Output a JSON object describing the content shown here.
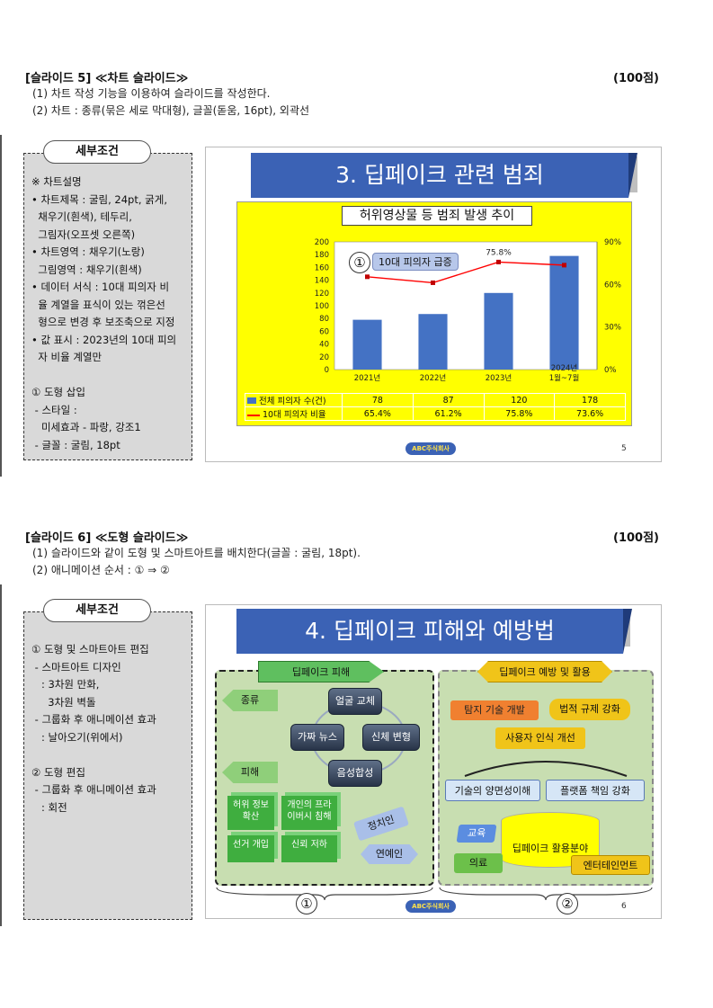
{
  "section5": {
    "heading": "[슬라이드 5] ≪차트 슬라이드≫",
    "points": "(100점)",
    "req1": "(1) 차트 작성 기능을 이용하여 슬라이드를 작성한다.",
    "req2": "(2) 차트 : 종류(묶은 세로 막대형), 글꼴(돋움, 16pt), 외곽선",
    "cond_tag": "세부조건",
    "cond_text": "※ 차트설명\n• 차트제목 : 굴림, 24pt, 굵게,\n  채우기(흰색), 테두리,\n  그림자(오프셋 오른쪽)\n• 차트영역 : 채우기(노랑)\n  그림영역 : 채우기(흰색)\n• 데이터 서식 : 10대 피의자 비\n  율 계열을 표식이 있는 꺾은선\n  형으로 변경 후 보조축으로 지정\n• 값 표시 : 2023년의 10대 피의\n  자 비율 계열만\n\n① 도형 삽입\n - 스타일 :\n   미세효과 - 파랑, 강조1\n - 글꼴 : 굴림, 18pt",
    "slide_title": "3. 딥페이크 관련 범죄",
    "page_num": "5",
    "logo_text": "ABC주식회사"
  },
  "chart_data": {
    "type": "bar",
    "title": "허위영상물 등 범죄 발생 추이",
    "categories": [
      "2021년",
      "2022년",
      "2023년",
      "2024년\n1월~7월"
    ],
    "series": [
      {
        "name": "전체 피의자 수(건)",
        "type": "bar",
        "values": [
          78,
          87,
          120,
          178
        ],
        "display": [
          "78",
          "87",
          "120",
          "178"
        ],
        "color": "#4472c4"
      },
      {
        "name": "10대 피의자 비율",
        "type": "line",
        "axis": "secondary",
        "values": [
          65.4,
          61.2,
          75.8,
          73.6
        ],
        "display": [
          "65.4%",
          "61.2%",
          "75.8%",
          "73.6%"
        ],
        "color": "#ff0000"
      }
    ],
    "y_ticks": [
      "200",
      "180",
      "160",
      "140",
      "120",
      "100",
      "80",
      "60",
      "40",
      "20",
      "0"
    ],
    "ylim": [
      0,
      200
    ],
    "y2_ticks": [
      "90%",
      "60%",
      "30%",
      "0%"
    ],
    "y2lim": [
      0,
      90
    ],
    "data_label": "75.8%",
    "callout": "10대 피의자 급증",
    "callout_num": "①",
    "legend": "bottom (data table)"
  },
  "section6": {
    "heading": "[슬라이드 6] ≪도형 슬라이드≫",
    "points": "(100점)",
    "req1": "(1) 슬라이드와 같이 도형 및 스마트아트를 배치한다(글꼴 : 굴림, 18pt).",
    "req2": "(2) 애니메이션 순서 : ① ⇒ ②",
    "cond_tag": "세부조건",
    "cond_text": "① 도형 및 스마트아트 편집\n - 스마트아트 디자인\n   : 3차원 만화,\n     3차원 벽돌\n - 그룹화 후 애니메이션 효과\n   : 날아오기(위에서)\n\n② 도형 편집\n - 그룹화 후 애니메이션 효과\n   : 회전",
    "slide_title": "4. 딥페이크 피해와 예방법",
    "page_num": "6",
    "logo_text": "ABC주식회사",
    "left": {
      "header": "딥페이크 피해",
      "type_label": "종류",
      "harm_label": "피해",
      "cycle": [
        "얼굴 교체",
        "가짜 뉴스",
        "신체 변형",
        "음성합성"
      ],
      "cubes": [
        "허위 정보\n확산",
        "개인의 프라\n이버시 침해",
        "선거 개입",
        "신뢰 저하"
      ],
      "tags": [
        "정치인",
        "연예인"
      ],
      "num": "①"
    },
    "right": {
      "header": "딥페이크 예방 및 활용",
      "items": [
        "탐지 기술 개발",
        "법적 규제 강화",
        "사용자 인식 개선",
        "기술의 양면성이해",
        "플랫폼 책임 강화"
      ],
      "cylinder": "딥페이크 활용분야",
      "uses": [
        "교육",
        "의료",
        "엔터테인먼트"
      ],
      "num": "②"
    }
  }
}
